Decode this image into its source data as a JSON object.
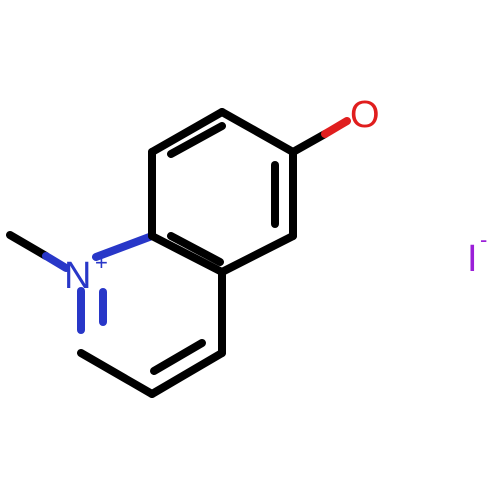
{
  "molecule": {
    "atoms": {
      "nitrogen": {
        "symbol": "N",
        "charge": "+",
        "color": "#2837c8"
      },
      "oxygen": {
        "symbol": "O",
        "color": "#e01e1e"
      }
    },
    "counterion": {
      "symbol": "I",
      "charge": "-",
      "color": "#9b1fd8"
    }
  }
}
